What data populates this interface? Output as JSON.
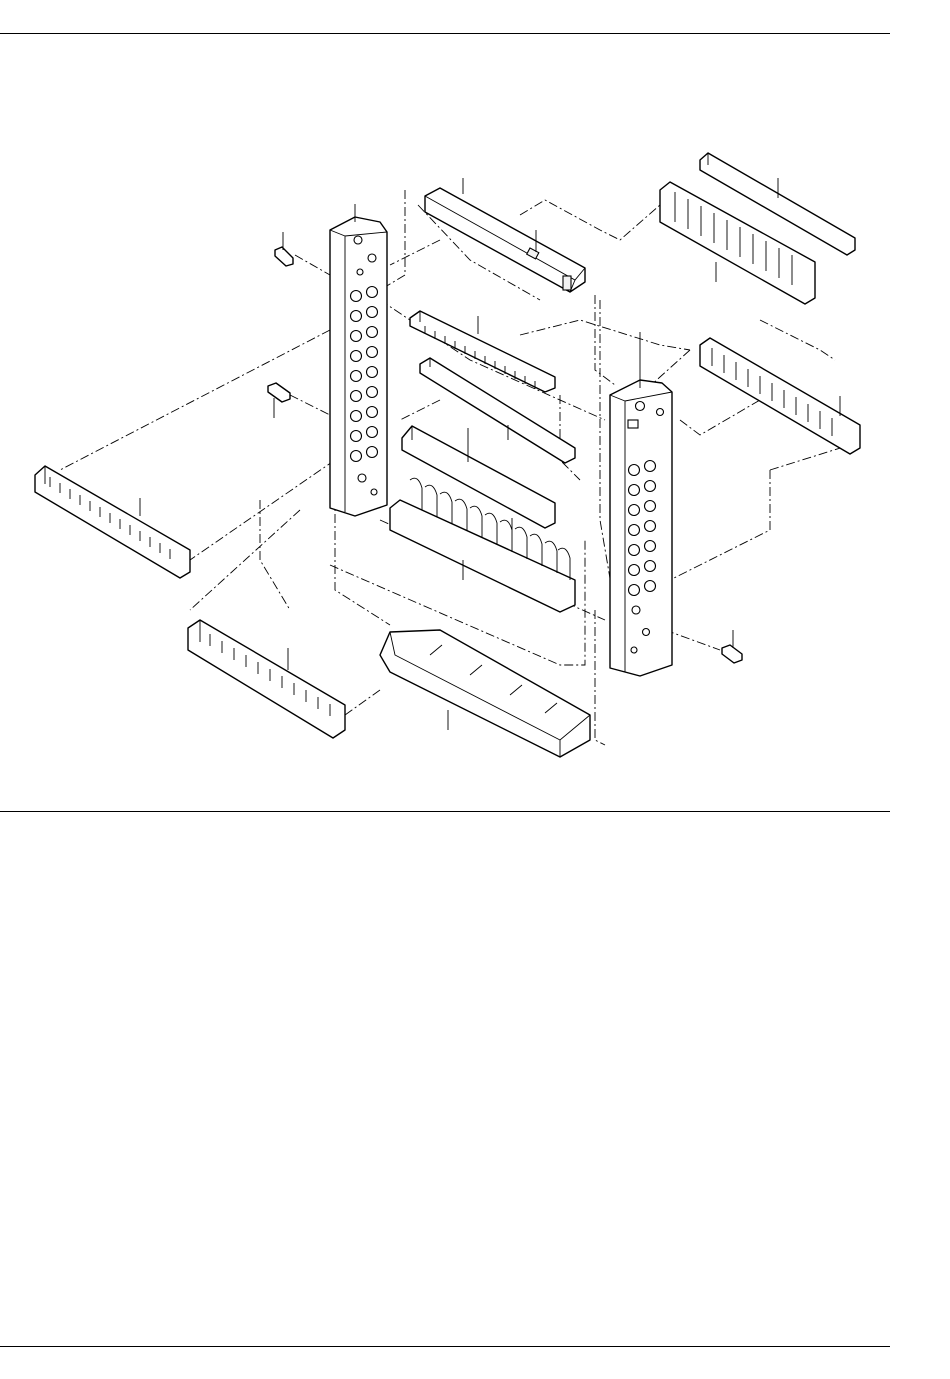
{
  "page": {
    "rules": [
      "top-rule",
      "middle-rule",
      "bottom-rule"
    ]
  },
  "diagram": {
    "type": "exploded-parts-view",
    "text_labels": [],
    "parts": [
      "left-side-panel",
      "right-side-panel",
      "top-cover-bar",
      "front-comb-strip",
      "upper-strip",
      "middle-strip",
      "lower-comb-frame",
      "left-terminal-rail",
      "lower-left-terminal-rail",
      "bottom-tray",
      "upper-right-rail-cover",
      "upper-right-comb-rail",
      "right-comb-rail",
      "small-pin-upper-left",
      "small-pin-mid-left",
      "small-pin-lower-right"
    ],
    "colors": {
      "line": "#000000",
      "background": "#ffffff"
    }
  }
}
